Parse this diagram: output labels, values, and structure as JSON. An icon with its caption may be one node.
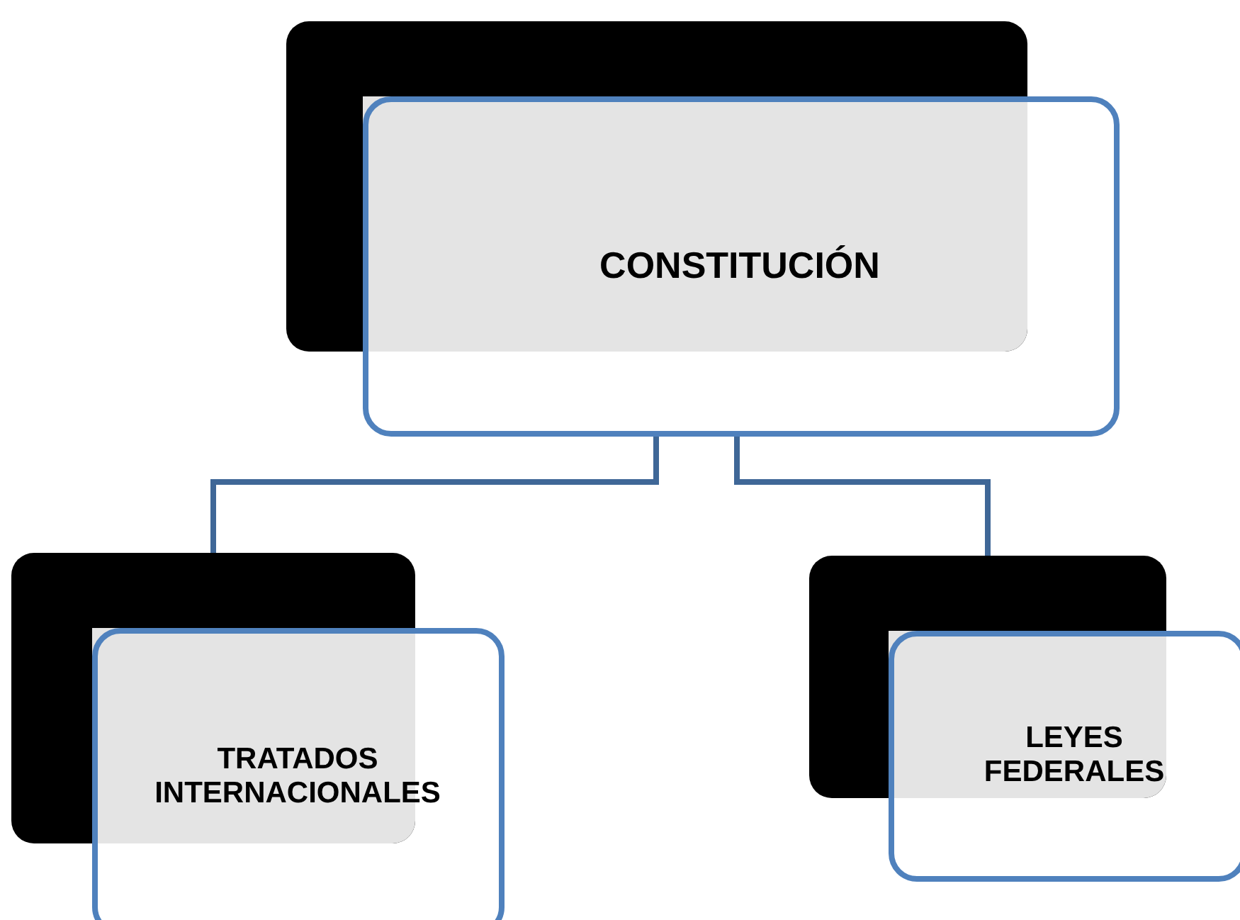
{
  "diagram": {
    "nodes": [
      {
        "text": [
          "CONSTITUCIÓN"
        ]
      },
      {
        "text": [
          "TRATADOS INTERNACIONALES"
        ]
      },
      {
        "text": [
          "LEYES FEDERALES"
        ]
      }
    ],
    "edges": [
      {
        "from": 0,
        "to": 1,
        "arrow": "none"
      },
      {
        "from": 0,
        "to": 2,
        "arrow": "none"
      }
    ]
  }
}
